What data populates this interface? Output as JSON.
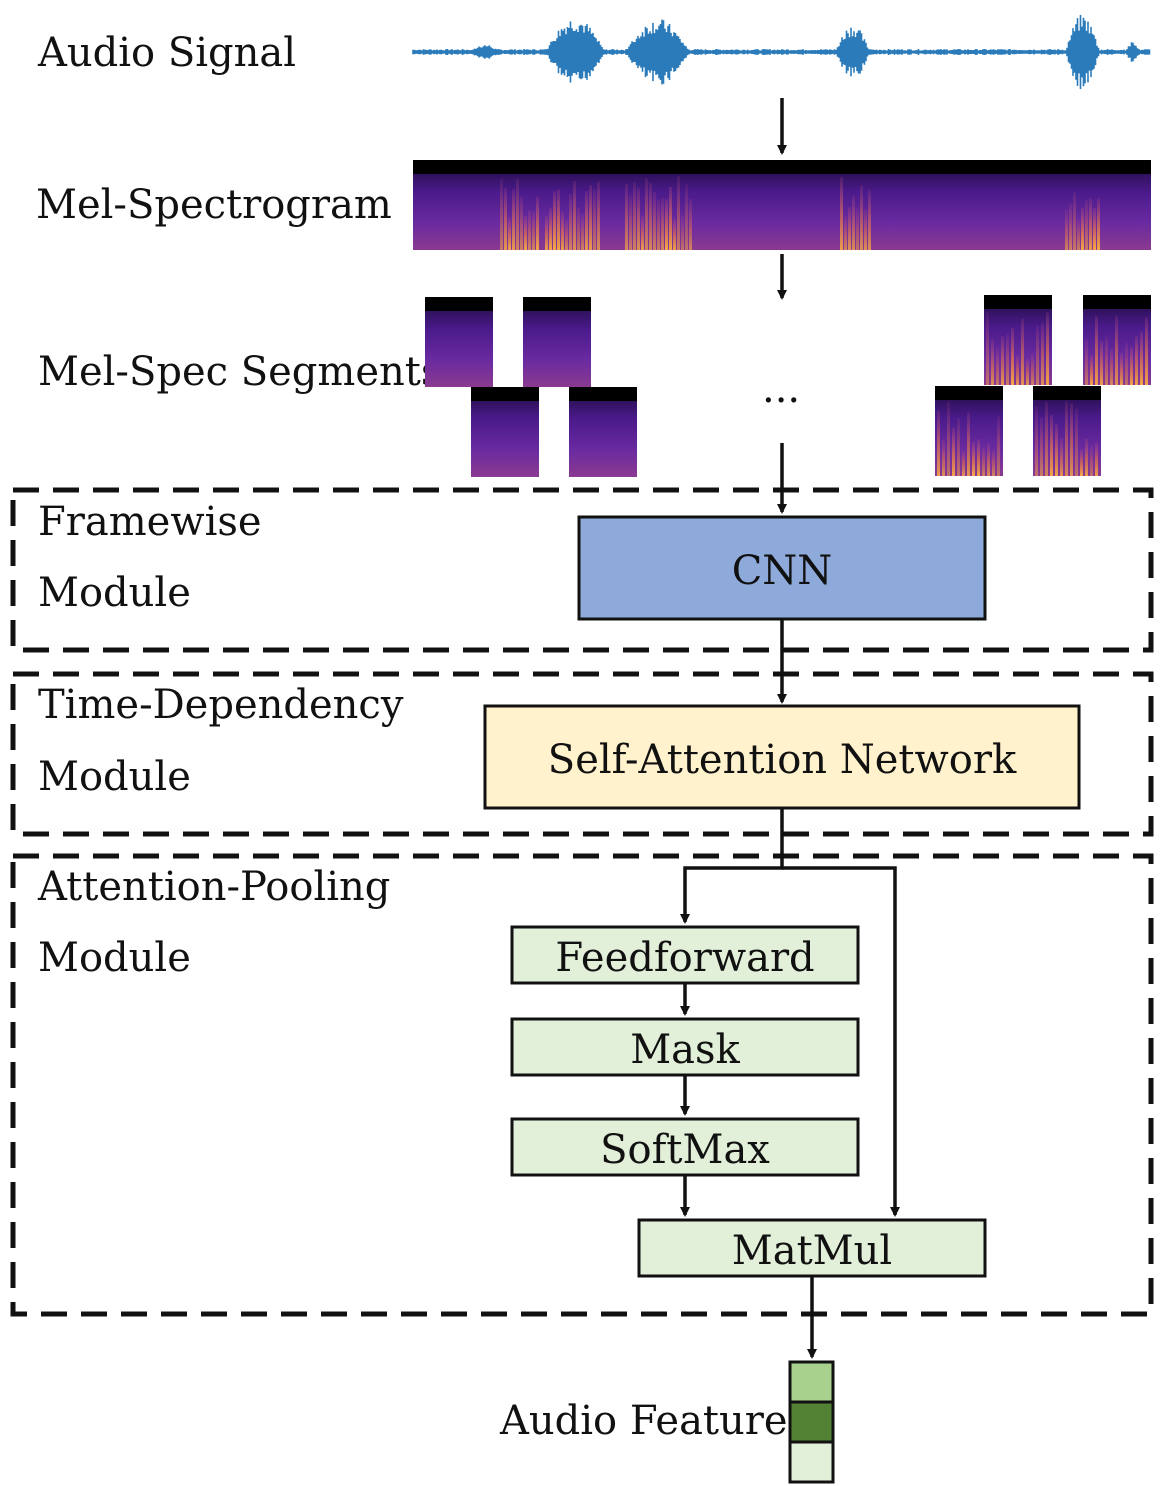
{
  "labels": {
    "audio_signal": "Audio Signal",
    "mel_spectrogram": "Mel-Spectrogram",
    "mel_spec_segments": "Mel-Spec Segments",
    "ellipsis": "...",
    "audio_feature": "Audio Feature"
  },
  "modules": {
    "framewise": {
      "line1": "Framewise",
      "line2": "Module"
    },
    "time_dependency": {
      "line1": "Time-Dependency",
      "line2": "Module"
    },
    "attention_pooling": {
      "line1": "Attention-Pooling",
      "line2": "Module"
    }
  },
  "blocks": {
    "cnn": "CNN",
    "self_attention": "Self-Attention Network",
    "feedforward": "Feedforward",
    "mask": "Mask",
    "softmax": "SoftMax",
    "matmul": "MatMul"
  },
  "colors": {
    "cnn_fill": "#8eaadb",
    "attention_fill": "#fff2cc",
    "pooling_fill": "#e2f0d9",
    "waveform": "#2b7bba",
    "feature_light": "#a9d18e",
    "feature_dark": "#548235",
    "feature_pale": "#e2f0d9"
  }
}
